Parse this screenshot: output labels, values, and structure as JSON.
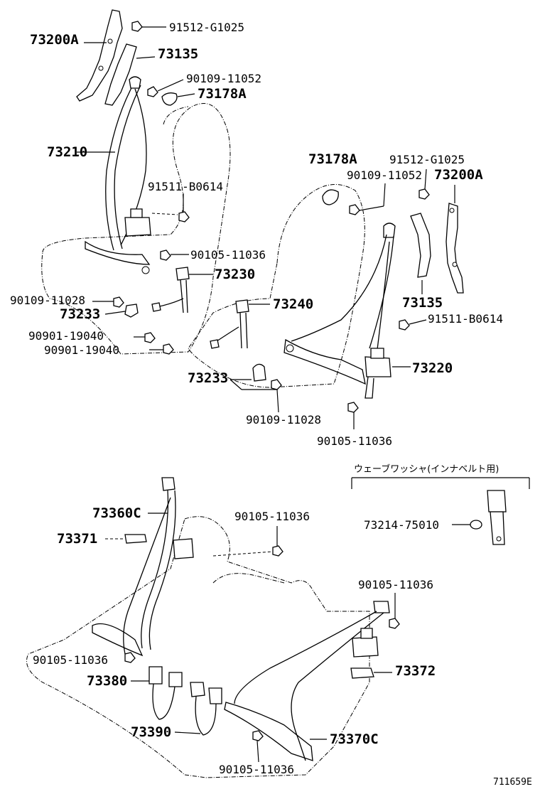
{
  "labels": {
    "front_left": {
      "p73200A": "73200A",
      "p91512_top": "91512-G1025",
      "p73135": "73135",
      "p90109_11052": "90109-11052",
      "p73178A": "73178A",
      "p73210": "73210",
      "p91511": "91511-B0614",
      "p90105_11036": "90105-11036",
      "p73230": "73230",
      "p90109_11028": "90109-11028",
      "p73233": "73233",
      "p90901_a": "90901-19040",
      "p90901_b": "90901-19040"
    },
    "front_right": {
      "p73178A": "73178A",
      "p91512": "91512-G1025",
      "p90109_11052": "90109-11052",
      "p73200A": "73200A",
      "p73240": "73240",
      "p73135": "73135",
      "p91511": "91511-B0614",
      "p73220": "73220",
      "p73233": "73233",
      "p90109_11028": "90109-11028",
      "p90105_11036": "90105-11036"
    },
    "rear": {
      "note": "ウェーブワッシャ(インナベルト用)",
      "p73214": "73214-75010",
      "p73360C": "73360C",
      "p90105_top": "90105-11036",
      "p73371": "73371",
      "p90105_right": "90105-11036",
      "p90105_left": "90105-11036",
      "p73372": "73372",
      "p73380": "73380",
      "p73390": "73390",
      "p73370C": "73370C",
      "p90105_bottom": "90105-11036"
    },
    "figure_id": "711659E"
  }
}
